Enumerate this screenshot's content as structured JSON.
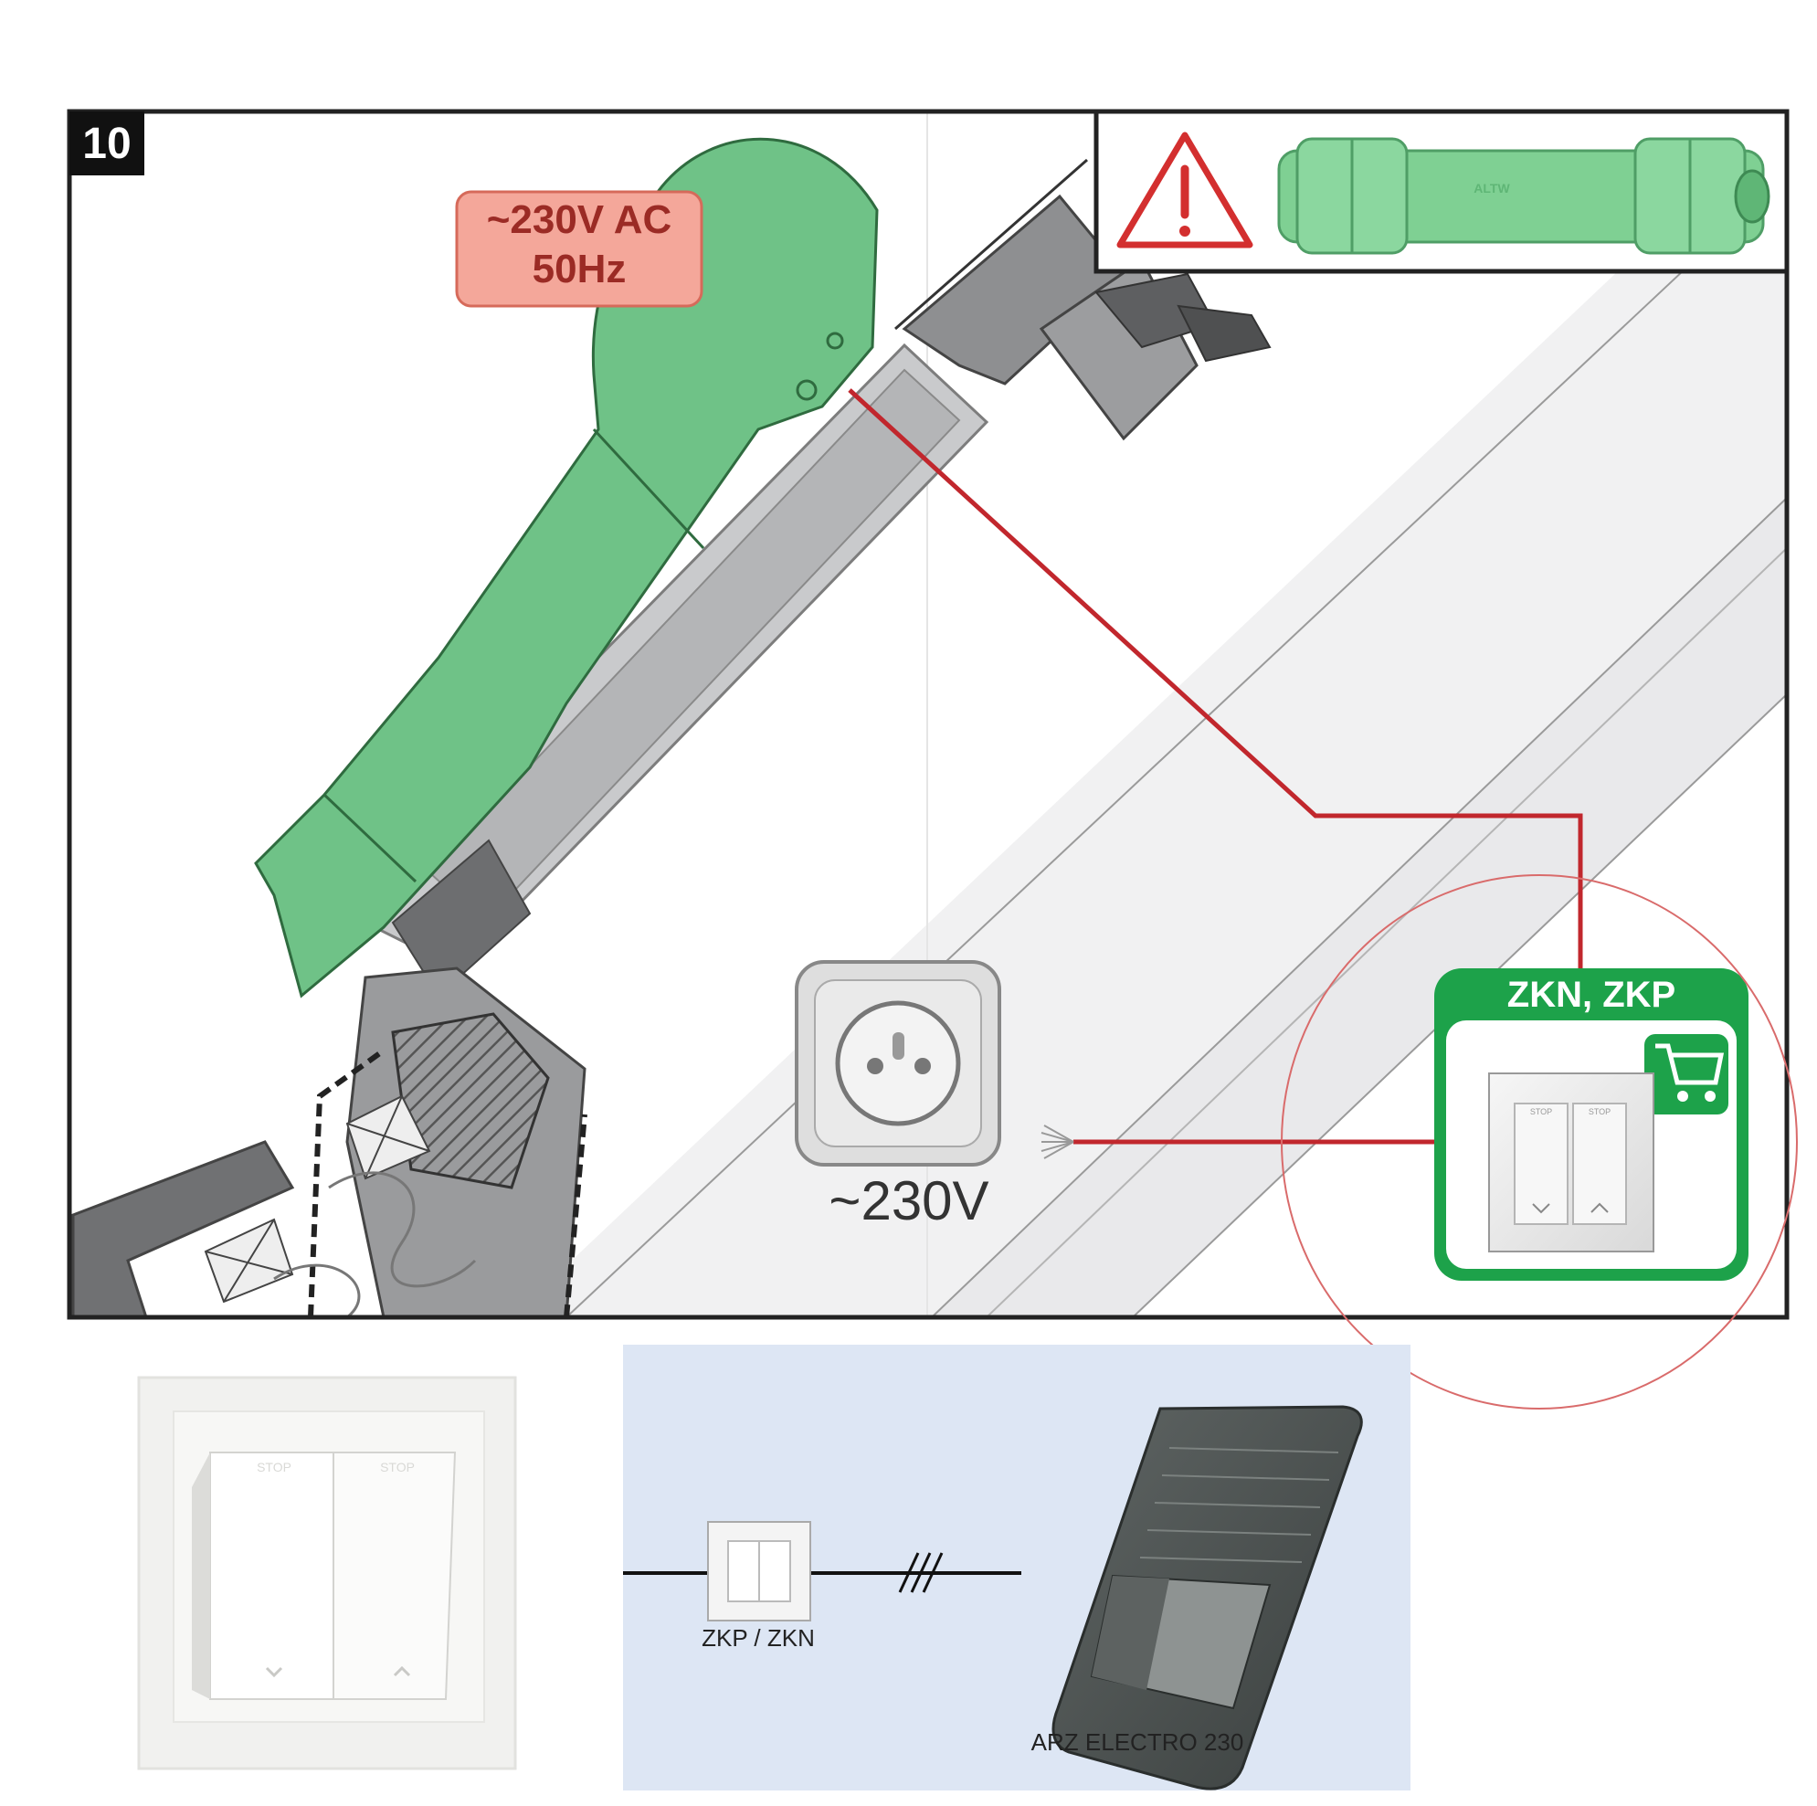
{
  "step_number": "10",
  "voltage_label_line1": "~230V AC",
  "voltage_label_line2": "50Hz",
  "connector_brand": "ALTW",
  "socket_label": "~230V",
  "switch_badge_label": "ZKN, ZKP",
  "switch_key_text": "STOP",
  "bottom_switch_label": "ZKP / ZKN",
  "bottom_shutter_label": "ARZ ELECTRO 230",
  "icons": [
    "warning-triangle-icon",
    "cart-icon",
    "power-socket-icon"
  ],
  "colors": {
    "shutter_green": "#6fc287",
    "cable_red": "#c1272d",
    "badge_green": "#1da24a",
    "label_fill": "#f4a79a",
    "bottom_panel_bg": "#dde6f4"
  }
}
